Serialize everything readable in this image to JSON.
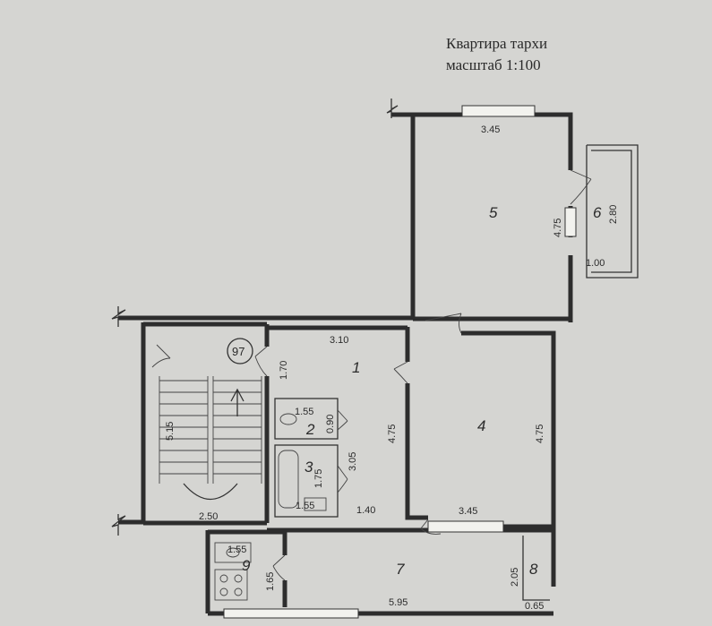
{
  "title": {
    "line1": "Квартира тархи",
    "line2": "масштаб 1:100"
  },
  "stair_number": "97",
  "rooms": {
    "r1": "1",
    "r2": "2",
    "r3": "3",
    "r4": "4",
    "r5": "5",
    "r6": "6",
    "r7": "7",
    "r8": "8",
    "r9": "9"
  },
  "dimensions": {
    "room5_width": "3.45",
    "room5_height": "4.75",
    "balcony_height": "2.80",
    "balcony_width": "1.00",
    "hall_width": "3.10",
    "hall_side": "1.70",
    "hall_height": "4.75",
    "room4_height": "4.75",
    "room4_width": "3.45",
    "stair_height": "5.15",
    "stair_width": "2.50",
    "wc_width": "1.55",
    "wc_height": "0.90",
    "bath_height": "1.75",
    "bath_width": "1.55",
    "bath_side": "3.05",
    "corridor_width": "1.40",
    "kitchen_width": "1.55",
    "kitchen_height": "1.65",
    "room7_width": "5.95",
    "room8_height": "2.05",
    "room8_width": "0.65"
  },
  "colors": {
    "paper": "#d9d9d6",
    "ink": "#2d2d2d",
    "window": "#f2f2ee"
  }
}
